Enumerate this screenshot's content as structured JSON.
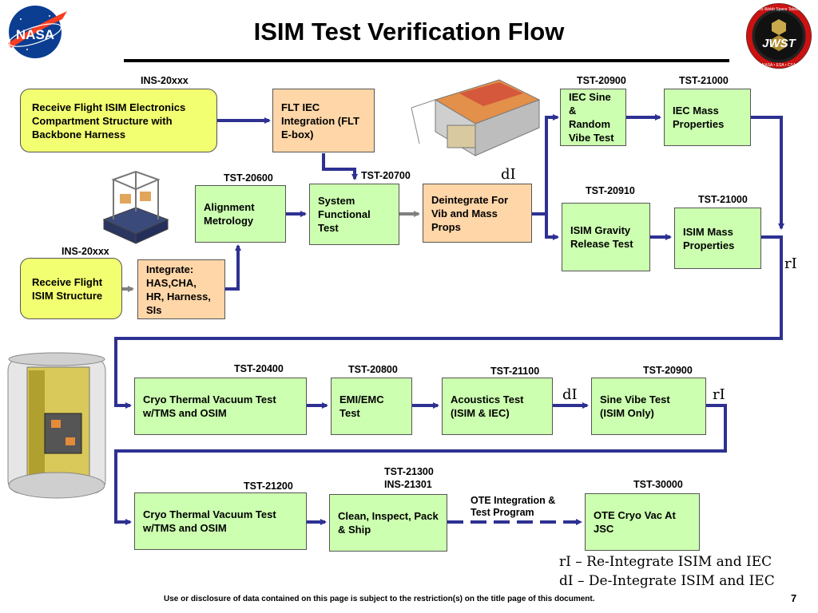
{
  "title": "ISIM Test Verification Flow",
  "logos": {
    "nasa": "NASA",
    "jwst": "JWST",
    "jwst_ring": "James Webb Space Telescope",
    "jwst_partners": "NASA • ESA • CSA"
  },
  "boxes": {
    "receive_electronics": "Receive Flight ISIM Electronics Compartment Structure with Backbone Harness",
    "flt_iec": "FLT IEC Integration (FLT E-box)",
    "iec_sine": "IEC Sine & Random Vibe Test",
    "iec_mass": "IEC Mass Properties",
    "alignment": "Alignment Metrology",
    "system_functional": "System Functional Test",
    "deintegrate": "Deintegrate For Vib and Mass Props",
    "gravity": "ISIM Gravity Release Test",
    "isim_mass": "ISIM Mass Properties",
    "receive_isim": "Receive Flight ISIM Structure",
    "integrate": "Integrate: HAS,CHA, HR, Harness, SIs",
    "cryo1": "Cryo Thermal Vacuum Test w/TMS and OSIM",
    "emi": "EMI/EMC Test",
    "acoustics": "Acoustics Test (ISIM & IEC)",
    "sine_vibe": "Sine Vibe Test (ISIM Only)",
    "cryo2": "Cryo Thermal Vacuum Test w/TMS and OSIM",
    "clean": "Clean, Inspect, Pack & Ship",
    "ote_cryo": "OTE Cryo Vac At JSC"
  },
  "labels": {
    "ins_top": "INS-20xxx",
    "tst_20900_top": "TST-20900",
    "tst_21000_top": "TST-21000",
    "tst_20600": "TST-20600",
    "tst_20700": "TST-20700",
    "tst_20910": "TST-20910",
    "tst_21000_mid": "TST-21000",
    "ins_mid": "INS-20xxx",
    "tst_20400": "TST-20400",
    "tst_20800": "TST-20800",
    "tst_21100": "TST-21100",
    "tst_20900_mid": "TST-20900",
    "tst_21300": "TST-21300",
    "ins_21301": "INS-21301",
    "tst_21200": "TST-21200",
    "tst_30000": "TST-30000",
    "ote_integration": "OTE Integration & Test Program"
  },
  "markers": {
    "di_top": "dI",
    "ri_right": "rI",
    "di_row3": "dI",
    "ri_row3": "rI"
  },
  "legend": {
    "ri": "rI – Re-Integrate ISIM and IEC",
    "di": "dI – De-Integrate ISIM and IEC"
  },
  "footer": "Use or disclosure of data contained on this page is subject to the restriction(s) on the title page of this document.",
  "page_number": "7",
  "colors": {
    "arrow": "#2e3192",
    "box_green": "#ccffb0",
    "box_orange": "#ffd6a8",
    "box_yellow": "#f2ff70",
    "arrow_grey": "#808080"
  }
}
